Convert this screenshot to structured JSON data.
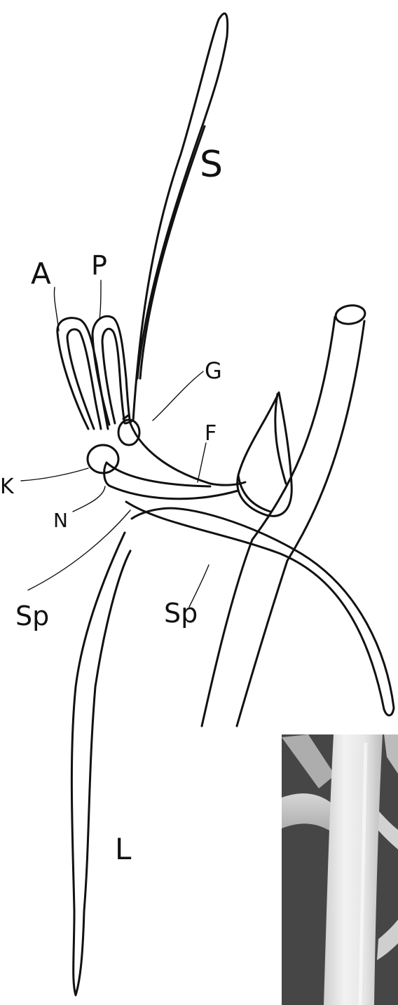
{
  "labels": {
    "S": "S",
    "A": "A",
    "P": "P",
    "G": "G",
    "F": "F",
    "K": "K",
    "N": "N",
    "Sp_left": "Sp",
    "Sp_right": "Sp",
    "L": "L"
  }
}
